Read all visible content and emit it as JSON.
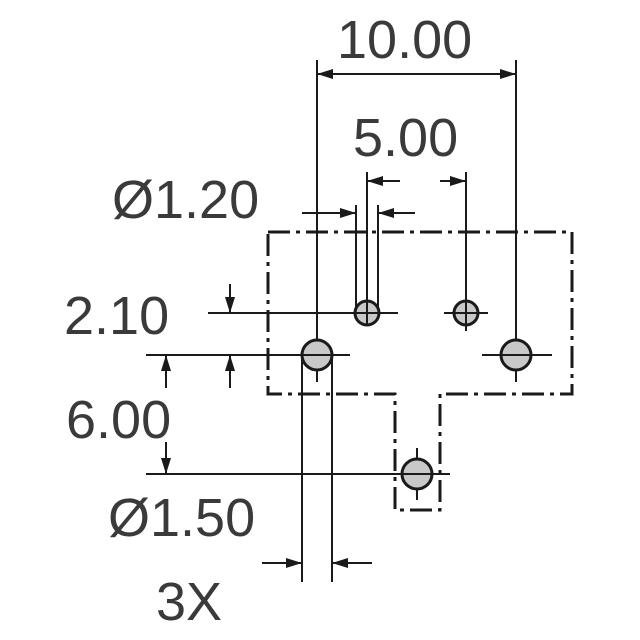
{
  "dimensions": {
    "width_10": "10.00",
    "width_5": "5.00",
    "dia_small": "Ø1.20",
    "offset_vertical": "2.10",
    "height_6": "6.00",
    "dia_large": "Ø1.50",
    "count": "3X"
  },
  "colors": {
    "line": "#1a1a1a",
    "hole_fill": "#c8c8c8",
    "text": "#3a3a3a"
  }
}
